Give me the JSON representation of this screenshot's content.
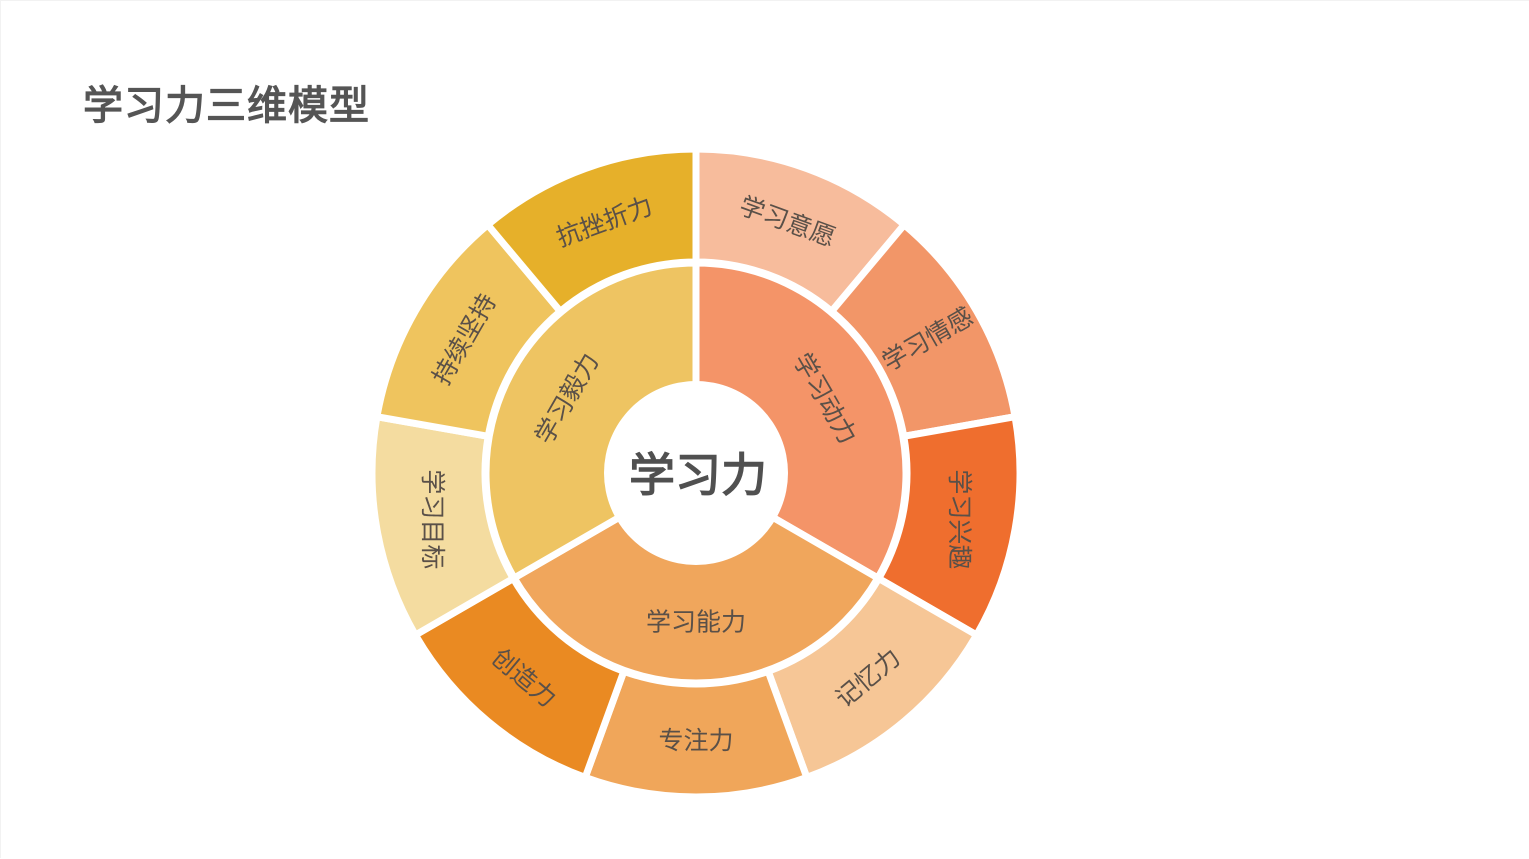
{
  "slide": {
    "title": "学习力三维模型"
  },
  "diagram": {
    "center_label": "学习力",
    "inner_ring": [
      {
        "label": "学习动力",
        "color": "#F49468"
      },
      {
        "label": "学习能力",
        "color": "#F0A65C"
      },
      {
        "label": "学习毅力",
        "color": "#EEC462"
      }
    ],
    "outer_ring": [
      {
        "label": "学习意愿",
        "color": "#F7BC9C",
        "parent": "学习动力"
      },
      {
        "label": "学习情感",
        "color": "#F29668",
        "parent": "学习动力"
      },
      {
        "label": "学习兴趣",
        "color": "#EF6E2E",
        "parent": "学习动力"
      },
      {
        "label": "记忆力",
        "color": "#F6C696",
        "parent": "学习能力"
      },
      {
        "label": "专注力",
        "color": "#F0A65A",
        "parent": "学习能力"
      },
      {
        "label": "创造力",
        "color": "#EA8A22",
        "parent": "学习能力"
      },
      {
        "label": "学习目标",
        "color": "#F4DCA0",
        "parent": "学习毅力"
      },
      {
        "label": "持续坚持",
        "color": "#EFC45E",
        "parent": "学习毅力"
      },
      {
        "label": "抗挫折力",
        "color": "#E6B02A",
        "parent": "学习毅力"
      }
    ]
  }
}
